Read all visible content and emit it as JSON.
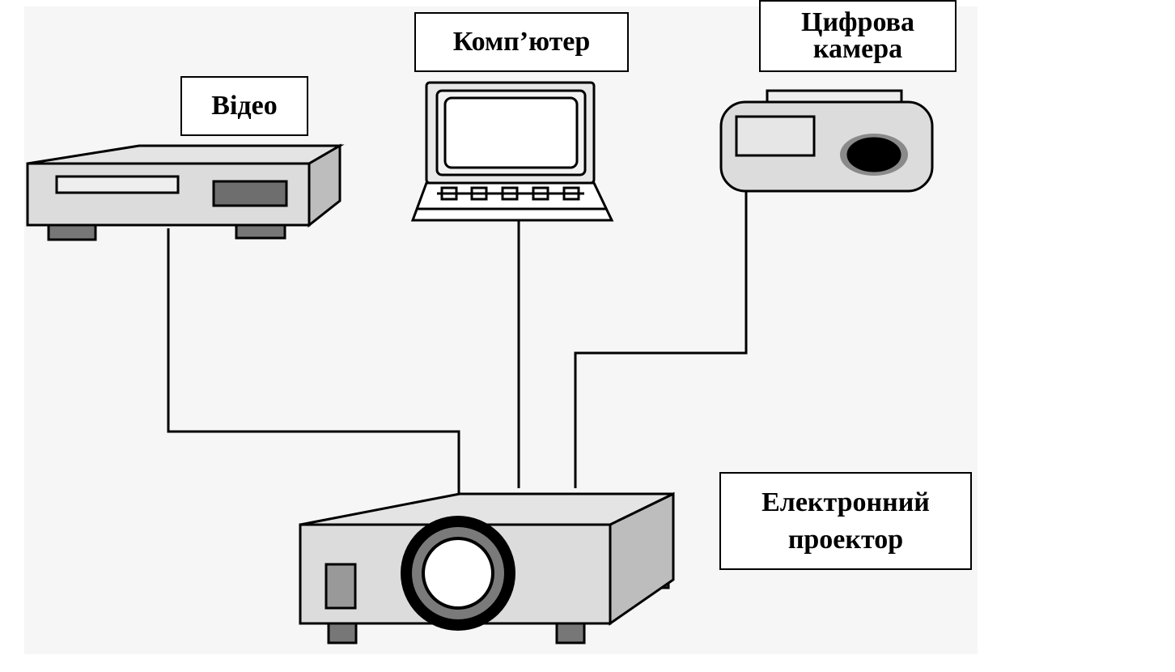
{
  "labels": {
    "video": "Відео",
    "computer": "Комп’ютер",
    "camera": "Цифрова\nкамера",
    "projector": "Електронний\nпроектор"
  },
  "colors": {
    "device_body": "#dcdcdc",
    "device_dark": "#555555",
    "cable": "#000000",
    "background": "#f6f6f6"
  },
  "icons": [
    "video-player-icon",
    "laptop-icon",
    "digital-camera-icon",
    "projector-icon"
  ]
}
